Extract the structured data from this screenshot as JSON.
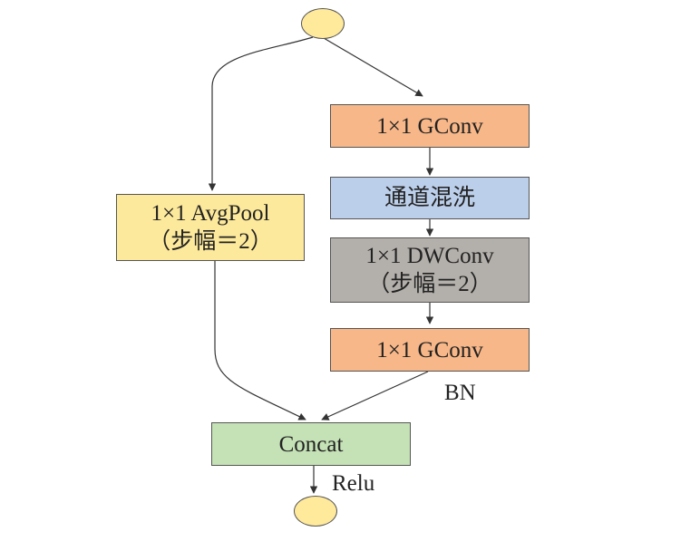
{
  "colors": {
    "orange": "#f7b788",
    "blue": "#bccfea",
    "gray": "#b3afaa",
    "yellow": "#fde99b",
    "green": "#c5e2b6",
    "stroke": "#555555"
  },
  "nodes": {
    "gconv1": {
      "label": "1×1 GConv"
    },
    "shuffle": {
      "label": "通道混洗"
    },
    "dwconv": {
      "line1": "1×1 DWConv",
      "line2": "（步幅＝2）"
    },
    "gconv2": {
      "label": "1×1 GConv"
    },
    "avgpool": {
      "line1": "1×1 AvgPool",
      "line2": "（步幅＝2）"
    },
    "concat": {
      "label": "Concat"
    }
  },
  "labels": {
    "bn": "BN",
    "relu": "Relu"
  }
}
